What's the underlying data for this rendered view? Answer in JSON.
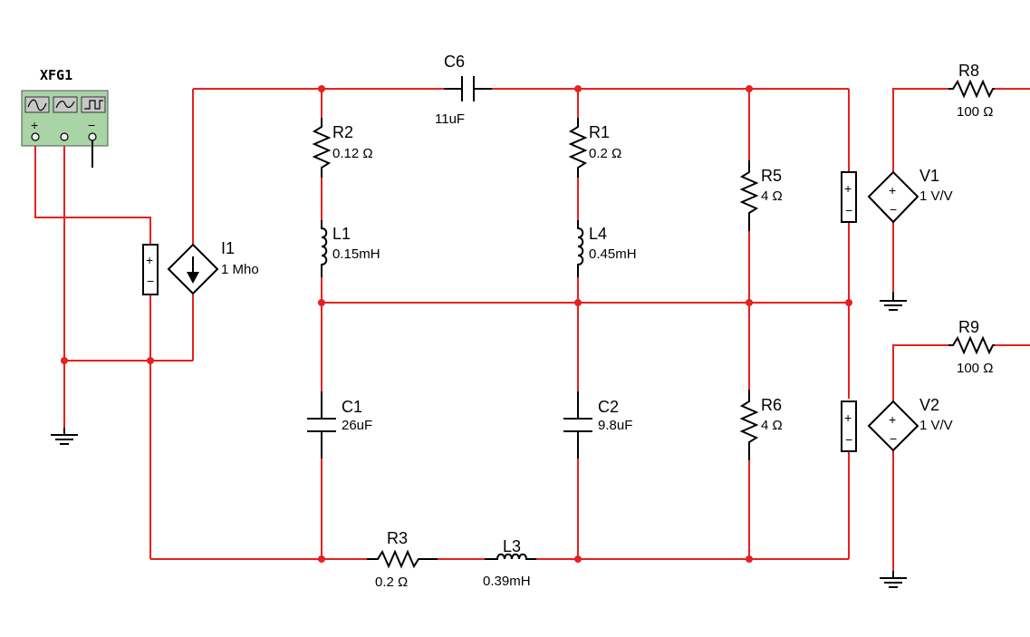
{
  "schematic": {
    "colors": {
      "wire": "#e8201e",
      "component": "#000000",
      "generator_body": "#a9d4a6",
      "background": "#ffffff"
    },
    "function_generator": {
      "name": "XFG1",
      "terminals": {
        "plus": "+",
        "common": "",
        "minus": "−"
      },
      "waveforms": [
        "sine-wave-icon",
        "triangle-wave-icon",
        "square-wave-icon"
      ]
    },
    "current_source": {
      "name": "I1",
      "value": "1 Mho",
      "control_plus": "+",
      "control_minus": "−"
    },
    "capacitors": [
      {
        "name": "C6",
        "value": "11uF"
      },
      {
        "name": "C1",
        "value": "26uF"
      },
      {
        "name": "C2",
        "value": "9.8uF"
      }
    ],
    "resistors": [
      {
        "name": "R2",
        "value": "0.12 Ω"
      },
      {
        "name": "R1",
        "value": "0.2 Ω"
      },
      {
        "name": "R5",
        "value": "4 Ω"
      },
      {
        "name": "R6",
        "value": "4 Ω"
      },
      {
        "name": "R3",
        "value": "0.2 Ω"
      },
      {
        "name": "R8",
        "value": "100 Ω"
      },
      {
        "name": "R9",
        "value": "100 Ω"
      }
    ],
    "inductors": [
      {
        "name": "L1",
        "value": "0.15mH"
      },
      {
        "name": "L4",
        "value": "0.45mH"
      },
      {
        "name": "L3",
        "value": "0.39mH"
      }
    ],
    "voltage_sources": [
      {
        "name": "V1",
        "value": "1 V/V",
        "plus": "+",
        "minus": "−"
      },
      {
        "name": "V2",
        "value": "1 V/V",
        "plus": "+",
        "minus": "−"
      }
    ]
  }
}
